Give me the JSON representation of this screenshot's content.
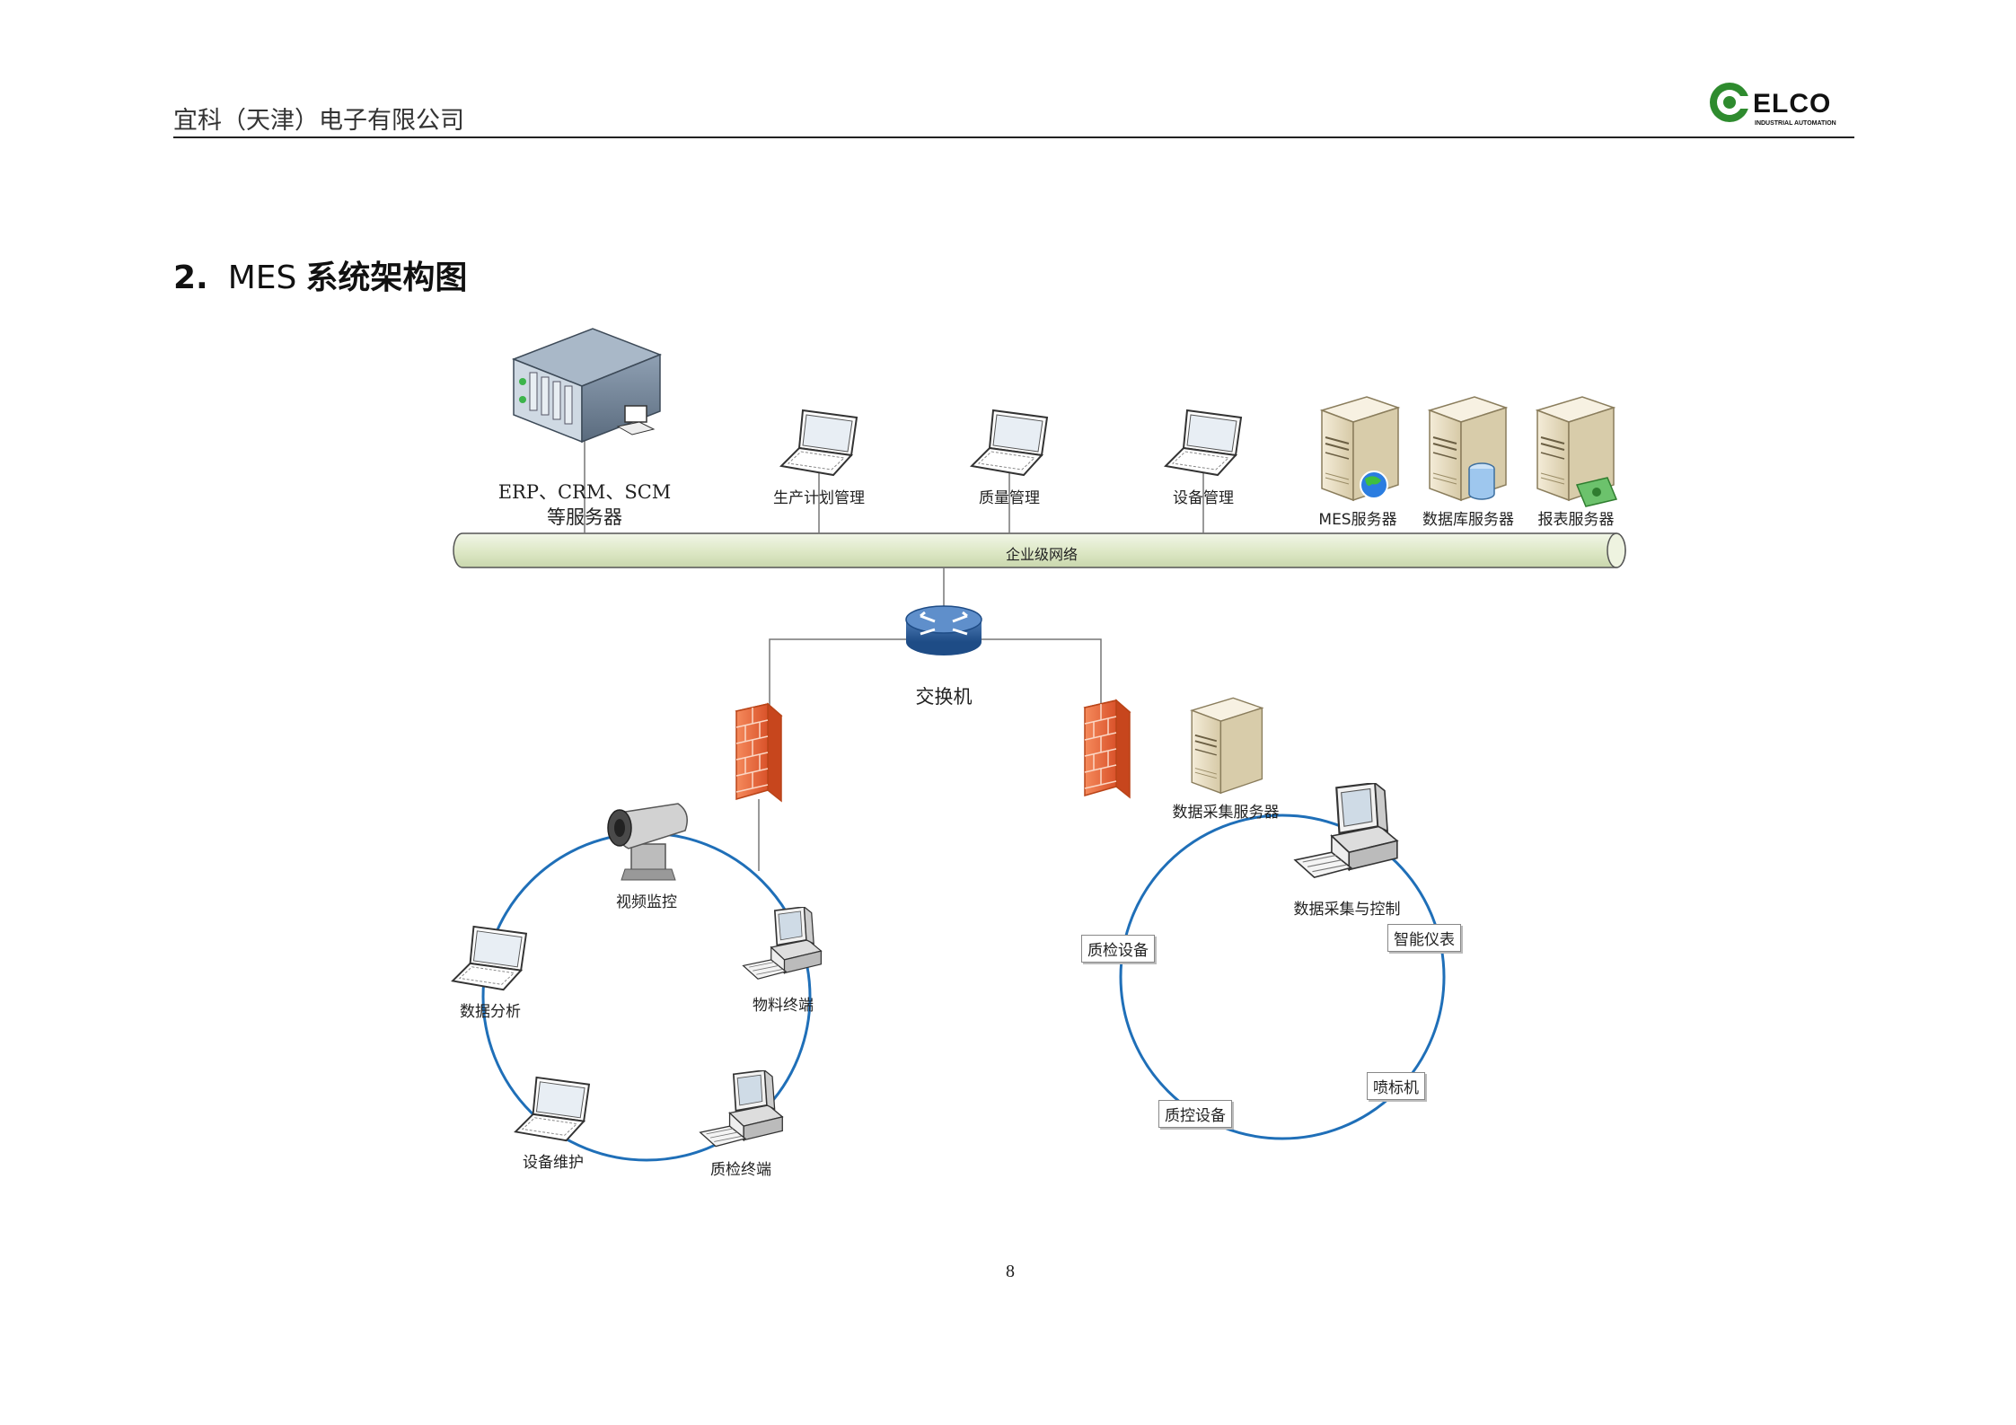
{
  "header": {
    "company": "宜科（天津）电子有限公司",
    "logo_text": "ELCO",
    "logo_subtext": "INDUSTRIAL AUTOMATION"
  },
  "section": {
    "number": "2.",
    "title_en": "MES",
    "title_cn": "系统架构图"
  },
  "diagram": {
    "erp_label_line1": "ERP、CRM、SCM",
    "erp_label_line2": "等服务器",
    "laptops_top": [
      "生产计划管理",
      "质量管理",
      "设备管理"
    ],
    "servers_top": [
      "MES服务器",
      "数据库服务器",
      "报表服务器"
    ],
    "network": "企业级网络",
    "switch": "交换机",
    "data_server": "数据采集服务器",
    "left_ring": {
      "camera": "视频监控",
      "analysis": "数据分析",
      "material_terminal": "物料终端",
      "maintenance": "设备维护",
      "qc_terminal": "质检终端"
    },
    "right_ring": {
      "acquisition": "数据采集与控制",
      "instrument": "智能仪表",
      "qc_device": "质检设备",
      "printer": "喷标机",
      "qc_control": "质控设备"
    }
  },
  "footer": {
    "page": "8"
  },
  "colors": {
    "ring": "#1f6fb8",
    "pipe": "#e3ecd0",
    "firewall": "#f0784b",
    "accent": "#2e8b2e"
  }
}
